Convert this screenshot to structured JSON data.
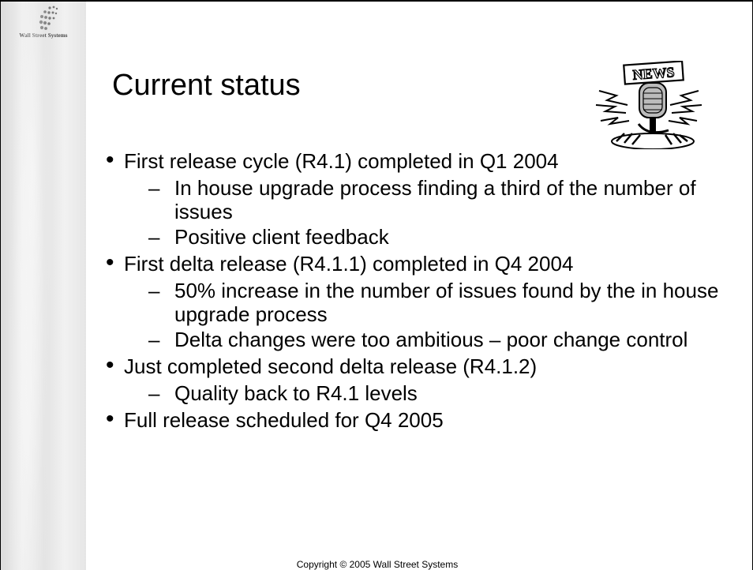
{
  "slide": {
    "title": "Current status",
    "logo_text": "Wall Street Systems",
    "news_art": {
      "icon": "news-microphone-clipart",
      "sign_text": "NEWS"
    },
    "bullets": [
      {
        "text": "First release cycle (R4.1) completed in Q1 2004",
        "subs": [
          "In house upgrade process finding a third of the number of issues",
          "Positive client feedback"
        ]
      },
      {
        "text": "First delta release (R4.1.1) completed in Q4 2004",
        "subs": [
          "50% increase in the number of issues found by the in house upgrade process",
          "Delta changes were too ambitious – poor change control"
        ]
      },
      {
        "text": "Just completed second delta release (R4.1.2)",
        "subs": [
          "Quality back to R4.1 levels"
        ]
      },
      {
        "text": "Full release scheduled for Q4 2005",
        "subs": []
      }
    ],
    "footer": "Copyright © 2005 Wall Street Systems"
  }
}
